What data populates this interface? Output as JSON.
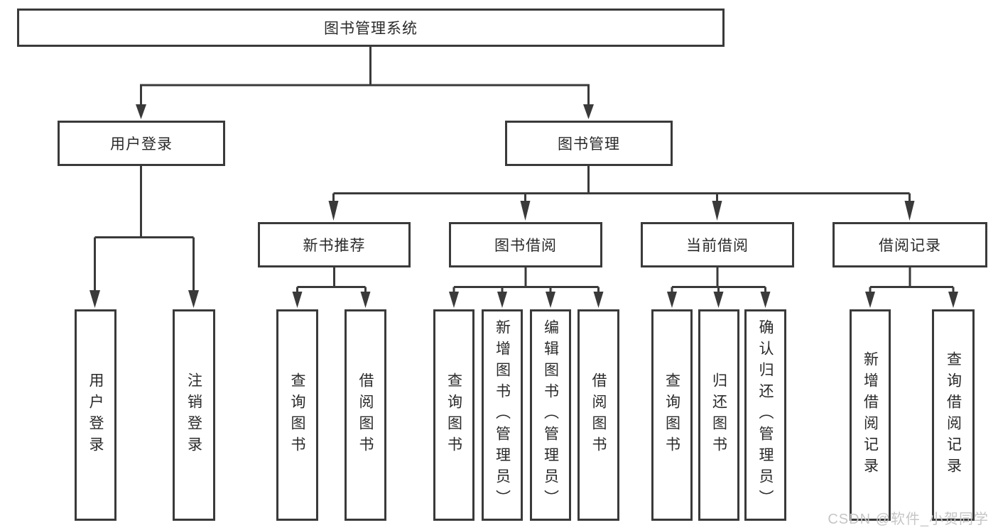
{
  "diagram": {
    "root": {
      "label": "图书管理系统"
    },
    "level2": [
      {
        "label": "用户登录"
      },
      {
        "label": "图书管理"
      }
    ],
    "level3": [
      {
        "label": "新书推荐",
        "parent": "图书管理"
      },
      {
        "label": "图书借阅",
        "parent": "图书管理"
      },
      {
        "label": "当前借阅",
        "parent": "图书管理"
      },
      {
        "label": "借阅记录",
        "parent": "图书管理"
      }
    ],
    "leaves": [
      {
        "label": "用户登录",
        "parent": "用户登录"
      },
      {
        "label": "注销登录",
        "parent": "用户登录"
      },
      {
        "label": "查询图书",
        "parent": "新书推荐"
      },
      {
        "label": "借阅图书",
        "parent": "新书推荐"
      },
      {
        "label": "查询图书",
        "parent": "图书借阅"
      },
      {
        "label": "新增图书（管理员）",
        "parent": "图书借阅"
      },
      {
        "label": "编辑图书（管理员）",
        "parent": "图书借阅"
      },
      {
        "label": "借阅图书",
        "parent": "图书借阅"
      },
      {
        "label": "查询图书",
        "parent": "当前借阅"
      },
      {
        "label": "归还图书",
        "parent": "当前借阅"
      },
      {
        "label": "确认归还（管理员）",
        "parent": "当前借阅"
      },
      {
        "label": "新增借阅记录",
        "parent": "借阅记录"
      },
      {
        "label": "查询借阅记录",
        "parent": "借阅记录"
      }
    ]
  },
  "watermark": {
    "text": "CSDN @软件_小贺同学"
  },
  "colors": {
    "line": "#3a3a3a",
    "text": "#2a2a2a",
    "watermark": "#c6c6c6",
    "background": "#ffffff"
  }
}
